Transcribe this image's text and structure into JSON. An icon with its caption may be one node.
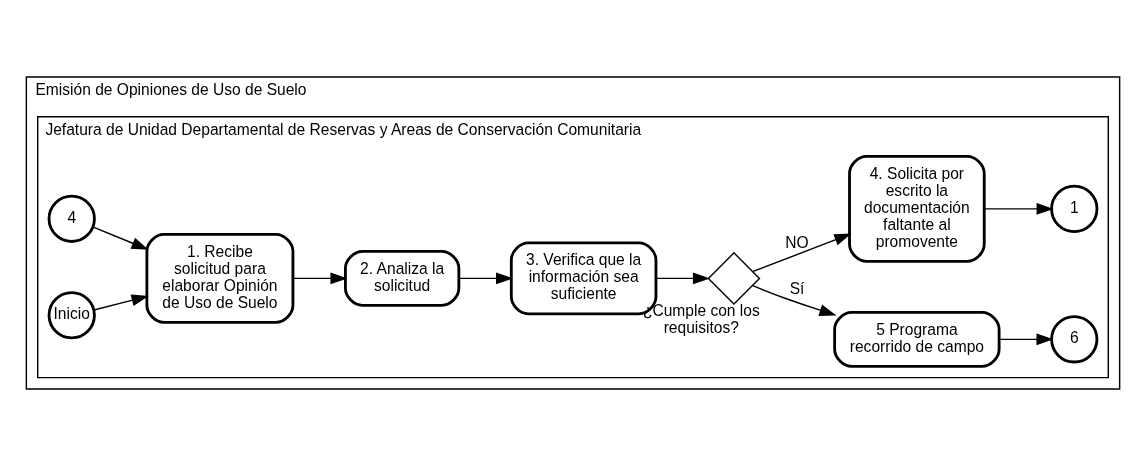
{
  "diagram": {
    "nodes": [
      {
        "text": [
          "Emisión de Opiniones de Uso de Suelo"
        ]
      },
      {
        "text": [
          "Jefatura de Unidad Departamental de Reservas y Areas de Conservación Comunitaria"
        ],
        "in": 0
      },
      {
        "text": [
          "4"
        ],
        "in": 1
      },
      {
        "text": [
          "Inicio"
        ],
        "in": 1
      },
      {
        "text": [
          "1. Recibe solicitud para elaborar Opinión de Uso de Suelo"
        ],
        "in": 1
      },
      {
        "text": [
          "2. Analiza la solicitud"
        ],
        "in": 1
      },
      {
        "text": [
          "3. Verifica que la información sea suficiente"
        ],
        "in": 1
      },
      {
        "text": [],
        "shape": "diamond",
        "beside": [
          "¿Cumple con los requisitos?"
        ],
        "in": 1
      },
      {
        "text": [
          "5 Programa recorrido de campo"
        ],
        "in": 1
      },
      {
        "text": [
          "6"
        ],
        "in": 1
      },
      {
        "text": [
          "4. Solicita por escrito la documentación faltante al promovente"
        ],
        "in": 1
      },
      {
        "text": [
          "1"
        ],
        "in": 1
      }
    ],
    "edges": [
      {
        "from": 2,
        "to": 4,
        "arrow": "to"
      },
      {
        "from": 3,
        "to": 4,
        "arrow": "to"
      },
      {
        "from": 4,
        "to": 5,
        "arrow": "to"
      },
      {
        "from": 5,
        "to": 6,
        "arrow": "to"
      },
      {
        "from": 6,
        "to": 7,
        "arrow": "to"
      },
      {
        "from": 7,
        "to": 8,
        "arrow": "to",
        "label": "Sí"
      },
      {
        "from": 7,
        "to": 10,
        "arrow": "to",
        "label": "NO"
      },
      {
        "from": 8,
        "to": 9,
        "arrow": "to"
      },
      {
        "from": 10,
        "to": 11,
        "arrow": "to"
      }
    ]
  }
}
